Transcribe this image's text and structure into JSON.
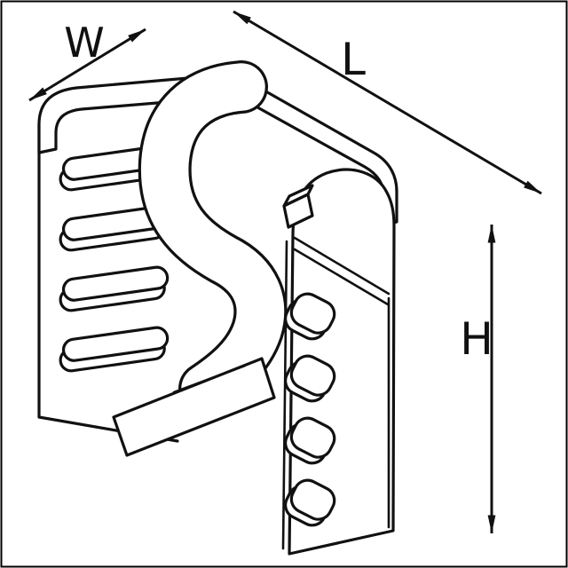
{
  "figure": {
    "type": "isometric-technical-drawing",
    "subject": "Slotted spring shield clip with dimension callouts",
    "background_color": "#ffffff",
    "line_color": "#111111",
    "border_color": "#000000",
    "dimension_labels": {
      "width": "W",
      "length": "L",
      "height": "H"
    },
    "left_panel_slot_count": 4,
    "right_panel_slot_count": 4
  }
}
